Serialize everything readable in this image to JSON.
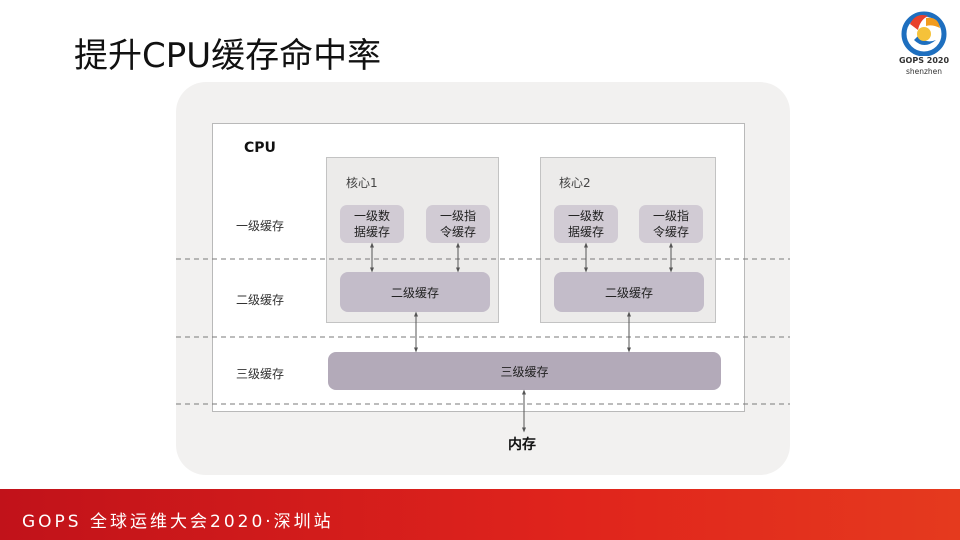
{
  "title": "提升CPU缓存命中率",
  "logo": {
    "line1": "GOPS 2020",
    "line2": "shenzhen"
  },
  "diagram": {
    "cpu_label": "CPU",
    "rows": {
      "l1": "一级缓存",
      "l2": "二级缓存",
      "l3": "三级缓存"
    },
    "cores": [
      {
        "label": "核心1",
        "l1_data": "一级数\n据缓存",
        "l1_inst": "一级指\n令缓存",
        "l2": "二级缓存"
      },
      {
        "label": "核心2",
        "l1_data": "一级数\n据缓存",
        "l1_inst": "一级指\n令缓存",
        "l2": "二级缓存"
      }
    ],
    "l3": "三级缓存",
    "memory": "内存"
  },
  "footer": "GOPS 全球运维大会2020·深圳站",
  "colors": {
    "footer": "#d71d1b",
    "l1": "#d1cbd4",
    "l2": "#c3bcc9",
    "l3": "#b3aab9"
  }
}
